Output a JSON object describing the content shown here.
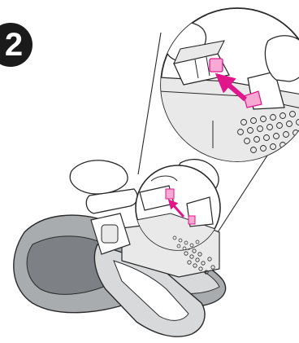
{
  "step": {
    "number": "2"
  },
  "colors": {
    "accent": "#e0168a",
    "accent_light": "#f7a8d3",
    "line": "#2a2a2a",
    "fabric": "#a9acaf",
    "fabric_dark": "#7d8185",
    "fabric_light": "#d7d9db",
    "plastic": "#e9e9e9"
  },
  "icons": {
    "badge": "step-number-badge",
    "zoom": "magnifier-callout",
    "arrow": "pink-direction-arrow"
  }
}
